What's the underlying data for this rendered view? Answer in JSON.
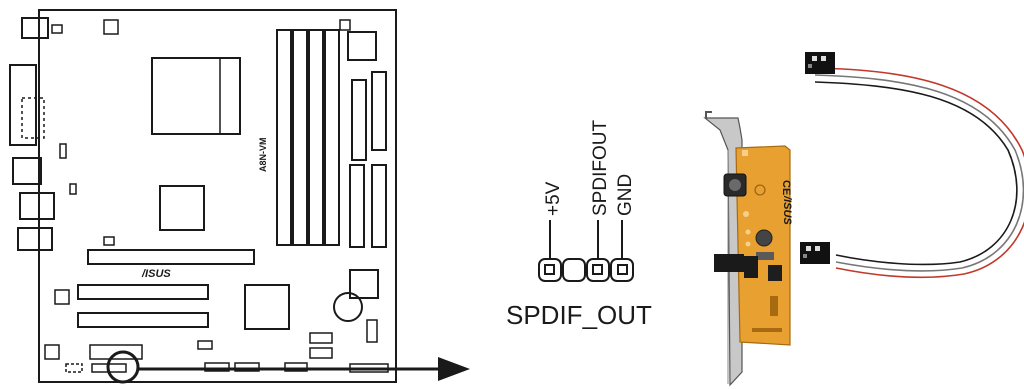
{
  "board": {
    "model_label": "A8N-VM",
    "brand_label": "/ISUS"
  },
  "header": {
    "pin_labels": [
      "+5V",
      "SPDIFOUT",
      "GND"
    ],
    "connector_name": "SPDIF_OUT"
  },
  "card": {
    "brand_label": "/ISUS",
    "ce_mark": "CE"
  },
  "colors": {
    "line": "#1a1a1a",
    "pcb_orange": "#e8a030",
    "bracket_gray": "#b8b8b8",
    "wire_red": "#c0392b"
  }
}
